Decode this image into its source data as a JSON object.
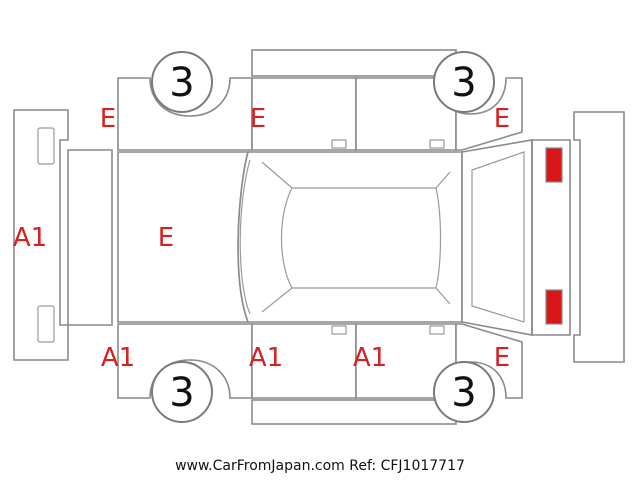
{
  "condition_codes": {
    "front_bumper": "A1",
    "hood": "E",
    "front_left_fender": "E",
    "front_left_door": "E",
    "rear_left_quarter": "E",
    "front_right_fender": "A1",
    "front_right_door": "A1",
    "rear_right_door": "A1",
    "rear_right_quarter": "E"
  },
  "wheels": {
    "front_left": "3",
    "rear_left": "3",
    "front_right": "3",
    "rear_right": "3"
  },
  "colors": {
    "damage_code": "#d82020",
    "front_lamp": "#f0e400",
    "rear_lamp": "#d81818",
    "outline": "#8a8a8a"
  },
  "footer": {
    "text": "www.CarFromJapan.com Ref: CFJ1017717"
  }
}
